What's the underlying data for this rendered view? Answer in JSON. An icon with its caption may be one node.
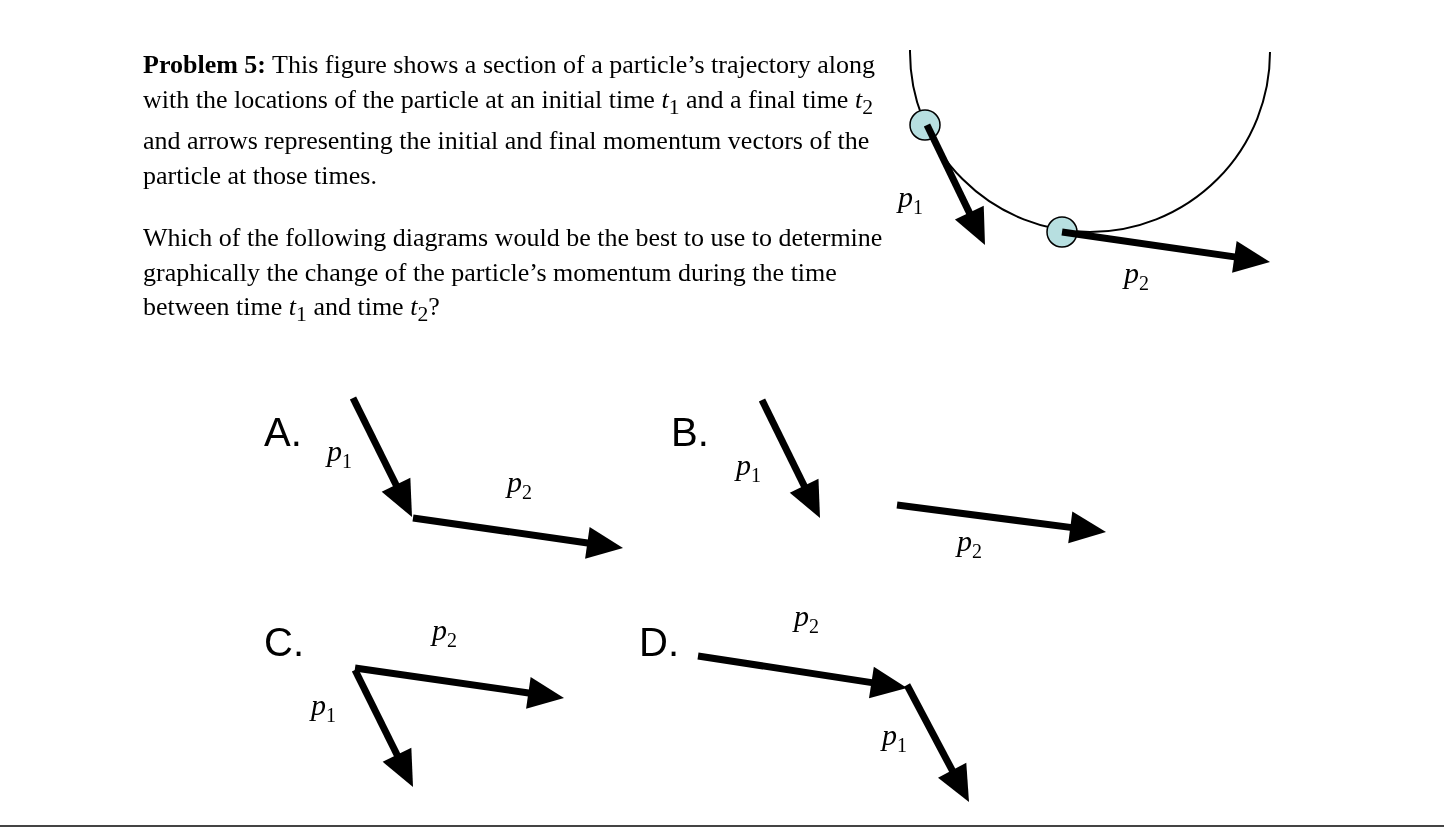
{
  "diagram": {
    "labels": [
      "**Problem 5:** This figure shows a section of a particle’s trajectory along with the locations of the particle at an initial time *t*$_{1}$ and a final time *t*$_{2}$ and arrows representing the initial and final momentum vectors of the particle at those times.",
      "Which of the following diagrams would be the best to use to determine graphically the change of the particle’s momentum during the time between time *t*$_{1}$ and time *t*$_{2}$?",
      "*p*$_{1}$",
      "*p*$_{2}$",
      "A.",
      "*p*$_{1}$",
      "*p*$_{2}$",
      "B.",
      "*p*$_{1}$",
      "*p*$_{2}$",
      "C.",
      "*p*$_{2}$",
      "*p*$_{1}$",
      "D.",
      "*p*$_{2}$",
      "*p*$_{1}$"
    ]
  }
}
